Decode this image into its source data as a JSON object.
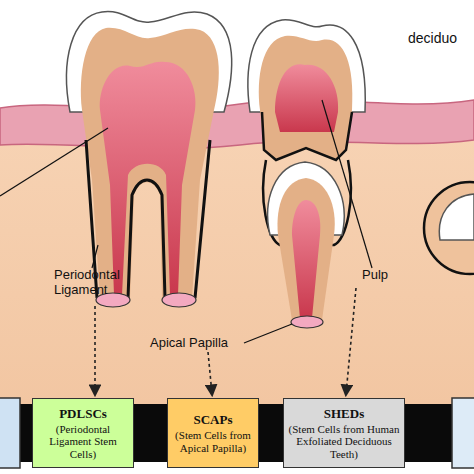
{
  "diagram": {
    "nodes": [
      {
        "text": [
          "PDLSCs",
          "(Periodontal Ligament Stem Cells)"
        ]
      },
      {
        "text": [
          "SCAPs",
          "(Stem Cells from Apical Papilla)"
        ]
      },
      {
        "text": [
          "SHEDs",
          "(Stem Cells from Human Exfoliated Deciduous Teeth)"
        ]
      }
    ],
    "labels": [
      "Periodontal Ligament",
      "Apical Papilla",
      "Pulp",
      "deciduo"
    ]
  }
}
